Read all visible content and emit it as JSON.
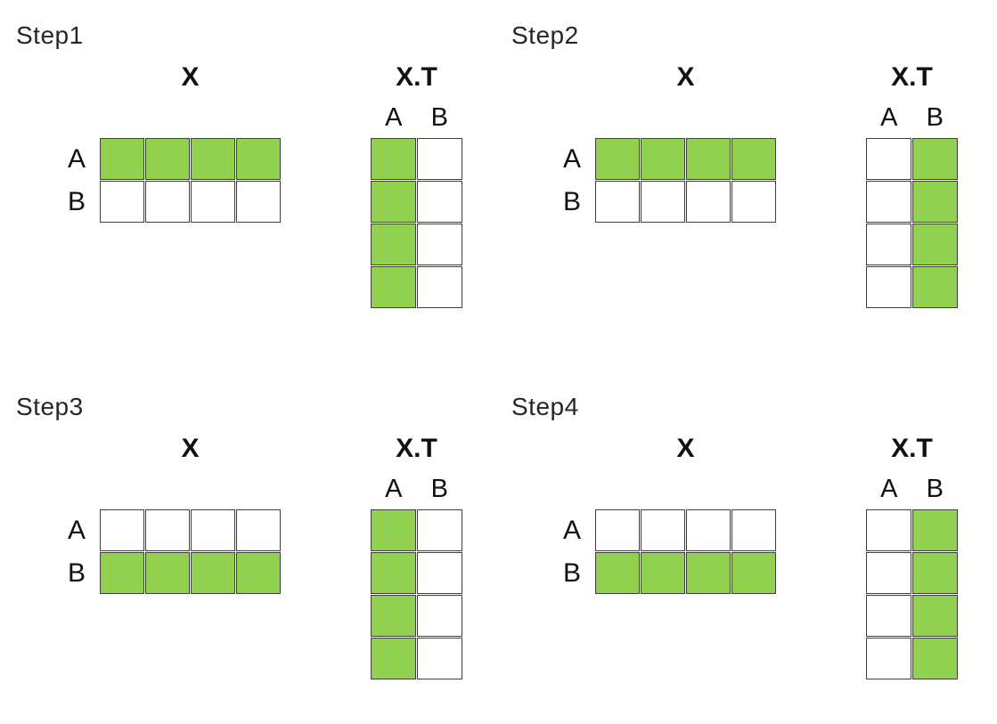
{
  "figure": {
    "background": "#ffffff",
    "colors": {
      "highlight_green": "#92D050",
      "cell_white": "#ffffff",
      "grid_border": "#3f3f3f",
      "text": "#1f1f1f"
    },
    "steps": [
      {
        "label": "Step1",
        "x": {
          "title": "X",
          "row_labels": [
            "A",
            "B"
          ],
          "cols": 4,
          "highlighted_row": "A"
        },
        "xt": {
          "title": "X.T",
          "col_labels": [
            "A",
            "B"
          ],
          "rows": 4,
          "highlighted_col": "A"
        }
      },
      {
        "label": "Step2",
        "x": {
          "title": "X",
          "row_labels": [
            "A",
            "B"
          ],
          "cols": 4,
          "highlighted_row": "A"
        },
        "xt": {
          "title": "X.T",
          "col_labels": [
            "A",
            "B"
          ],
          "rows": 4,
          "highlighted_col": "B"
        }
      },
      {
        "label": "Step3",
        "x": {
          "title": "X",
          "row_labels": [
            "A",
            "B"
          ],
          "cols": 4,
          "highlighted_row": "B"
        },
        "xt": {
          "title": "X.T",
          "col_labels": [
            "A",
            "B"
          ],
          "rows": 4,
          "highlighted_col": "A"
        }
      },
      {
        "label": "Step4",
        "x": {
          "title": "X",
          "row_labels": [
            "A",
            "B"
          ],
          "cols": 4,
          "highlighted_row": "B"
        },
        "xt": {
          "title": "X.T",
          "col_labels": [
            "A",
            "B"
          ],
          "rows": 4,
          "highlighted_col": "B"
        }
      }
    ]
  }
}
